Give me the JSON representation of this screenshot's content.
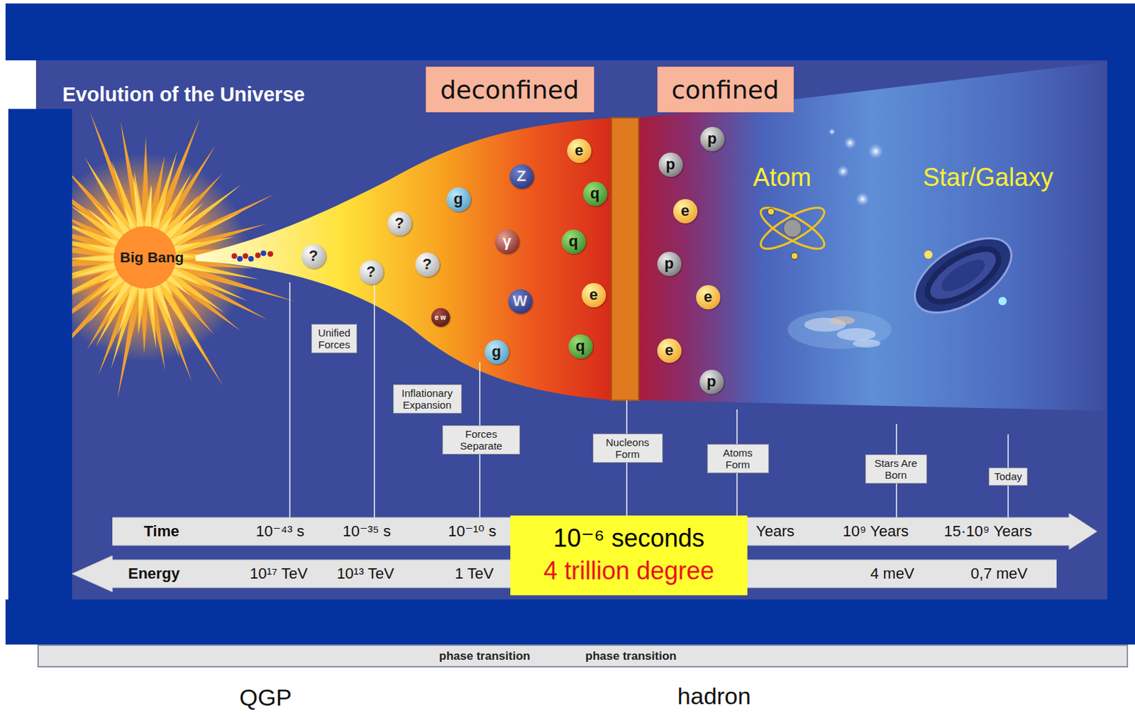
{
  "diagram": {
    "title": "Evolution of the Universe",
    "nodes": [
      {
        "text": [
          "deconfined"
        ]
      },
      {
        "text": [
          "confined"
        ]
      },
      {
        "text": [
          "?"
        ]
      },
      {
        "text": [
          "?"
        ]
      },
      {
        "text": [
          "?"
        ]
      },
      {
        "text": [
          "?"
        ]
      },
      {
        "text": [
          "g"
        ]
      },
      {
        "text": [
          "e w"
        ]
      },
      {
        "text": [
          "g"
        ]
      },
      {
        "text": [
          "Z"
        ]
      },
      {
        "text": [
          "γ"
        ]
      },
      {
        "text": [
          "W"
        ]
      },
      {
        "text": [
          "e"
        ]
      },
      {
        "text": [
          "q"
        ]
      },
      {
        "text": [
          "q"
        ]
      },
      {
        "text": [
          "e"
        ]
      },
      {
        "text": [
          "q"
        ]
      },
      {
        "text": [
          "p"
        ]
      },
      {
        "text": [
          "p"
        ]
      },
      {
        "text": [
          "e"
        ]
      },
      {
        "text": [
          "p"
        ]
      },
      {
        "text": [
          "e"
        ]
      },
      {
        "text": [
          "e"
        ]
      },
      {
        "text": [
          "p"
        ]
      },
      {
        "text": [
          "Unified Forces"
        ]
      },
      {
        "text": [
          "Inflationary Expansion"
        ]
      },
      {
        "text": [
          "Forces Separate"
        ]
      },
      {
        "text": [
          "Nucleons Form"
        ]
      },
      {
        "text": [
          "Atoms Form"
        ]
      },
      {
        "text": [
          "Stars Are Born"
        ]
      },
      {
        "text": [
          "Today"
        ]
      },
      {
        "text": [
          "Time",
          "10⁻⁴³ s",
          "10⁻³⁵ s",
          "10⁻¹⁰ s",
          "Years",
          "10⁹ Years",
          "15·10⁹ Years"
        ]
      },
      {
        "text": [
          "Energy",
          "10¹⁷ TeV",
          "10¹³ TeV",
          "1 TeV",
          "4 meV",
          "0,7 meV"
        ]
      },
      {
        "text": [
          "10⁻⁶ seconds",
          "4 trillion degree"
        ]
      },
      {
        "text": [
          "phase transition",
          "phase transition"
        ]
      }
    ],
    "labels": [
      "Big Bang",
      "Atom",
      "Star/Galaxy",
      "QGP",
      "hadron"
    ]
  }
}
